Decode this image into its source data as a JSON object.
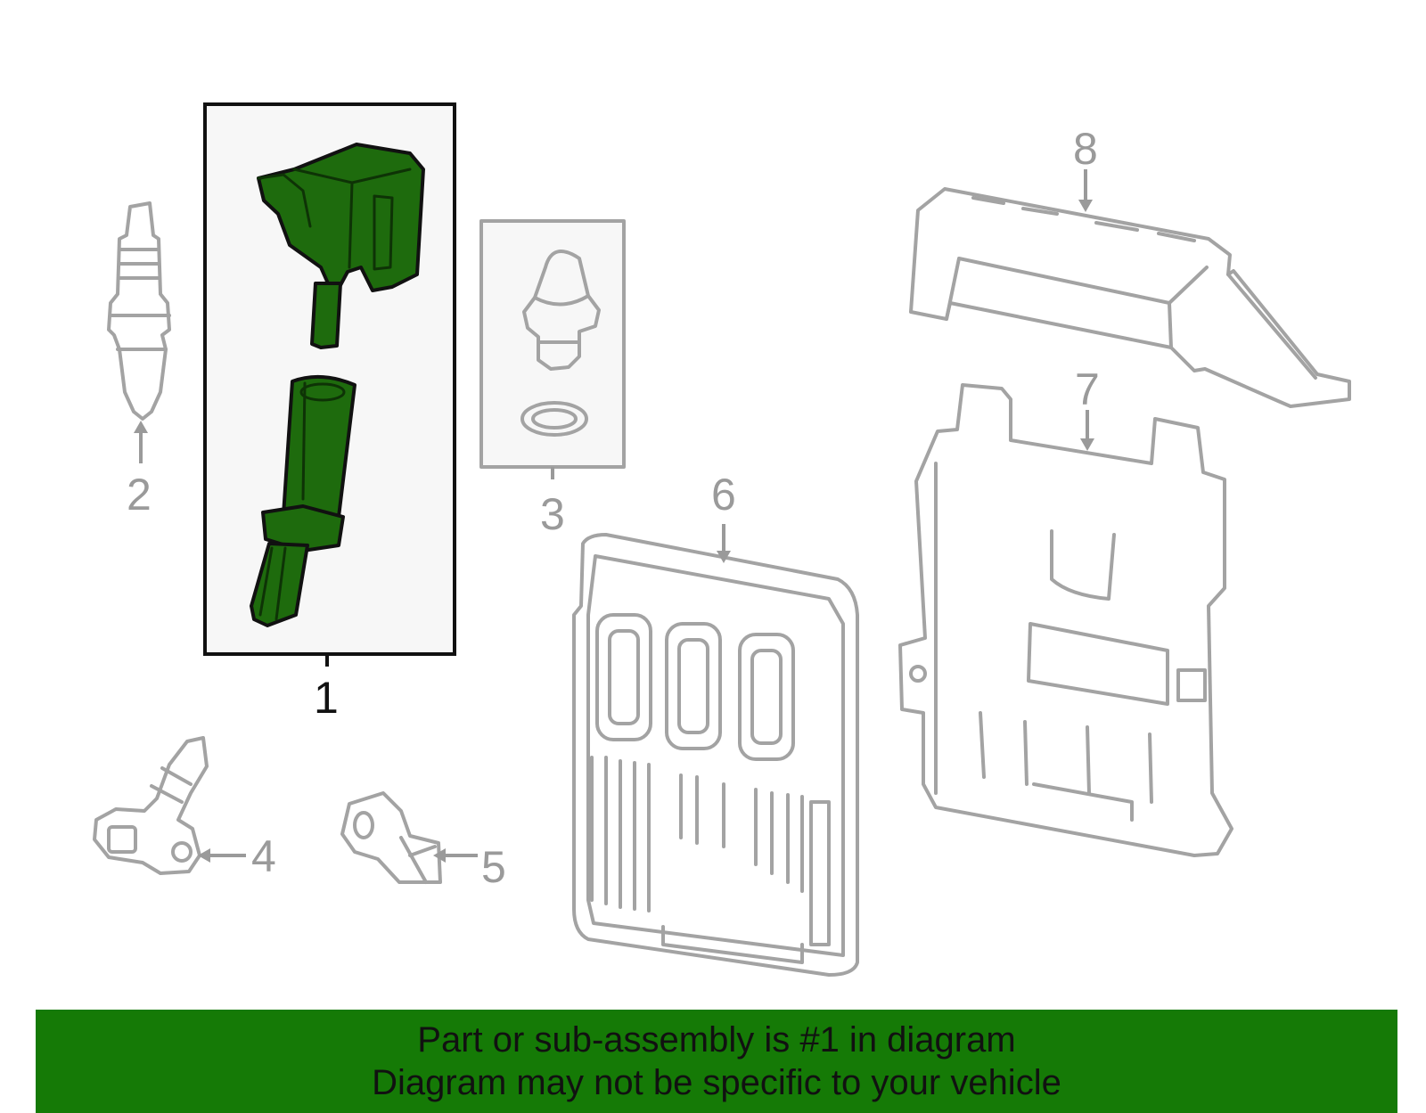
{
  "diagram": {
    "callouts": [
      {
        "id": "1",
        "label": "1",
        "highlighted": true
      },
      {
        "id": "2",
        "label": "2",
        "highlighted": false
      },
      {
        "id": "3",
        "label": "3",
        "highlighted": false
      },
      {
        "id": "4",
        "label": "4",
        "highlighted": false
      },
      {
        "id": "5",
        "label": "5",
        "highlighted": false
      },
      {
        "id": "6",
        "label": "6",
        "highlighted": false
      },
      {
        "id": "7",
        "label": "7",
        "highlighted": false
      },
      {
        "id": "8",
        "label": "8",
        "highlighted": false
      }
    ],
    "colors": {
      "highlight_fill": "#1e6b0d",
      "part_line": "#a3a3a3",
      "banner_background": "#157a06",
      "callout_text": "#9a9a9a"
    }
  },
  "banner": {
    "line1": "Part or sub-assembly is #1 in diagram",
    "line2": "Diagram may not be specific to your vehicle"
  }
}
